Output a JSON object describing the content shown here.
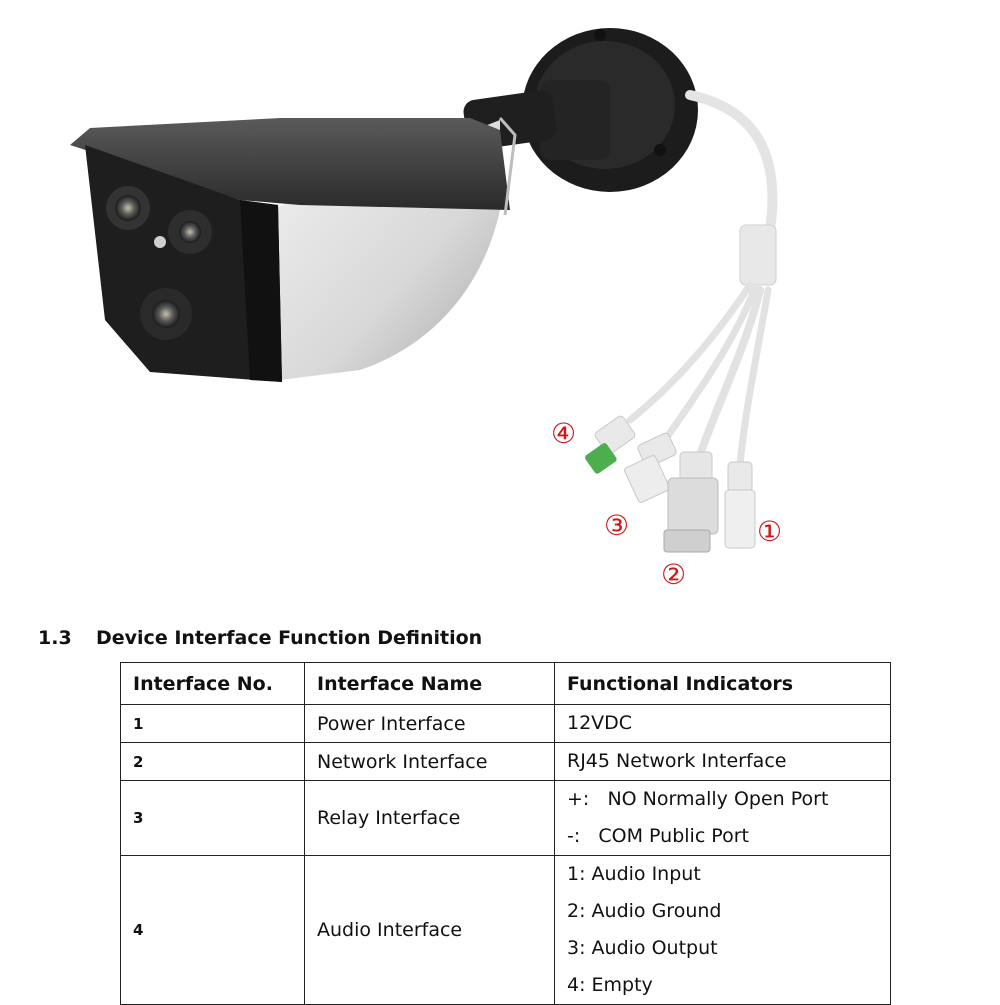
{
  "figure": {
    "callouts": [
      "④",
      "③",
      "②",
      "①"
    ]
  },
  "section": {
    "number": "1.3",
    "title": "Device Interface Function Definition"
  },
  "table": {
    "headers": [
      "Interface No.",
      "Interface Name",
      "Functional Indicators"
    ],
    "rows": [
      {
        "no": "1",
        "name": "Power Interface",
        "indicators": [
          "12VDC"
        ]
      },
      {
        "no": "2",
        "name": "Network Interface",
        "indicators": [
          "RJ45 Network Interface"
        ]
      },
      {
        "no": "3",
        "name": "Relay Interface",
        "indicators": [
          "+:   NO Normally Open Port",
          "-:   COM Public Port"
        ]
      },
      {
        "no": "4",
        "name": "Audio Interface",
        "indicators": [
          "1: Audio Input",
          "2: Audio Ground",
          "3: Audio Output",
          "4: Empty"
        ]
      }
    ]
  },
  "colors": {
    "callout": "#d01818",
    "camera_body": "#1e1e1e",
    "camera_shell": "#d9d9d9",
    "cable": "#e2e2e2"
  }
}
